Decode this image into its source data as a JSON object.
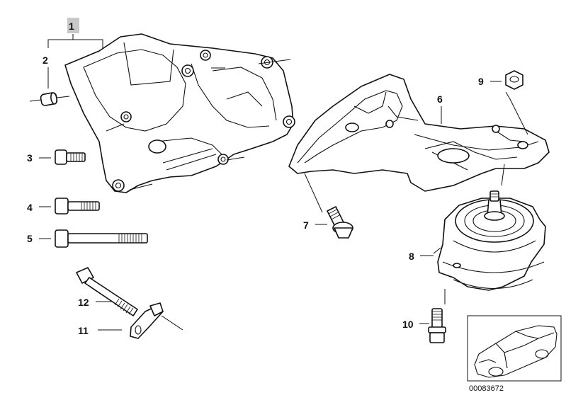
{
  "labels": {
    "l1": "1",
    "l2": "2",
    "l3": "3",
    "l4": "4",
    "l5": "5",
    "l6": "6",
    "l7": "7",
    "l8": "8",
    "l9": "9",
    "l10": "10",
    "l11": "11",
    "l12": "12"
  },
  "reference_number": "00083672",
  "colors": {
    "highlight": "#c8c8c8",
    "line": "#111111",
    "background": "#ffffff"
  }
}
